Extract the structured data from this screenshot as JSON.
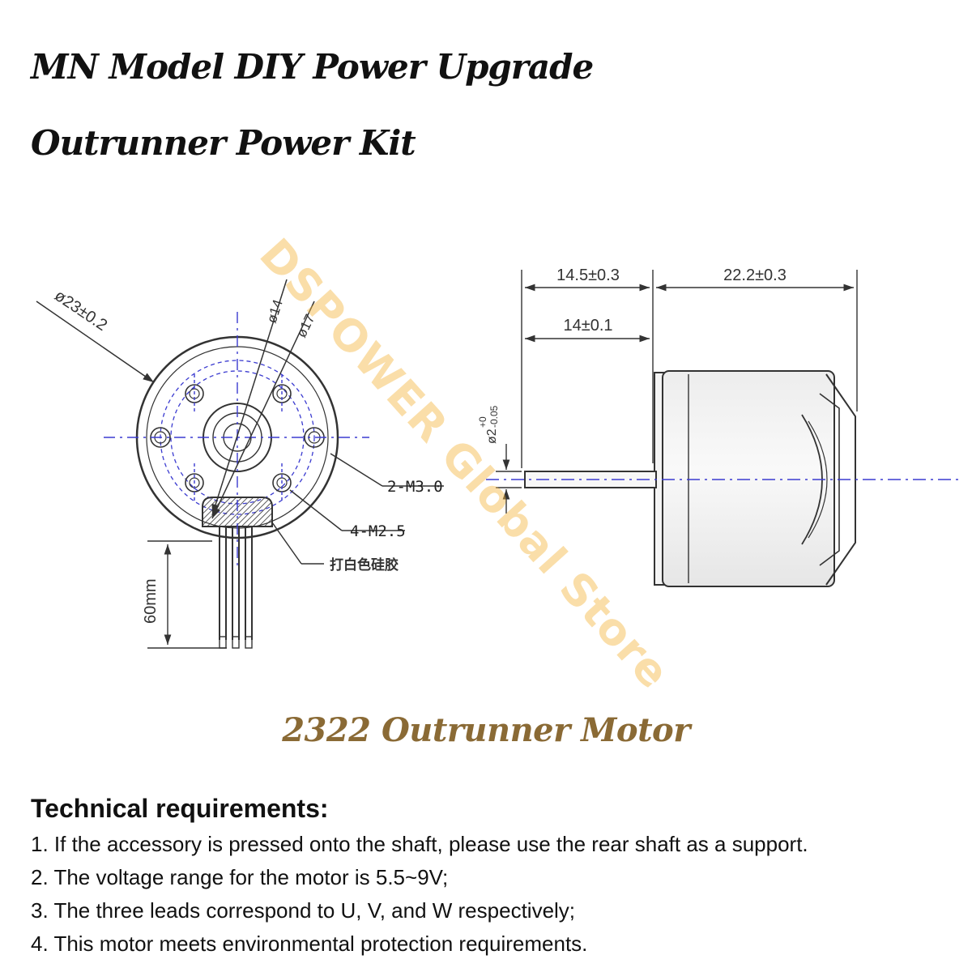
{
  "header": {
    "title_line1": "MN Model DIY Power Upgrade",
    "title_line2": "Outrunner Power Kit"
  },
  "watermark": {
    "text": "DSPOWER Global Store",
    "color": "#f5b640"
  },
  "front_view": {
    "outer_diameter": "ø23±0.2",
    "bearing_diameter": "ø14",
    "bolt_circle_diameter": "ø17",
    "holes_2": "2-M3.0",
    "holes_4": "4-M2.5",
    "silicone_note": "打白色硅胶",
    "lead_length": "60mm"
  },
  "side_view": {
    "front_length": "14.5±0.3",
    "body_length": "22.2±0.3",
    "shaft_length": "14±0.1",
    "shaft_diameter": "ø2",
    "shaft_tol_upper": "+0",
    "shaft_tol_lower": "-0.05"
  },
  "motor_name": "2322 Outrunner Motor",
  "colors": {
    "line": "#333333",
    "centerline": "#3b3bd0",
    "motor_name": "#8a6a35"
  },
  "requirements": {
    "title": "Technical requirements:",
    "items": [
      "1. If the accessory is pressed onto the shaft, please use the rear shaft as a support.",
      "2. The voltage range for the motor is 5.5~9V;",
      "3. The three leads correspond to U, V, and W respectively;",
      "4. This motor meets environmental protection requirements."
    ]
  }
}
